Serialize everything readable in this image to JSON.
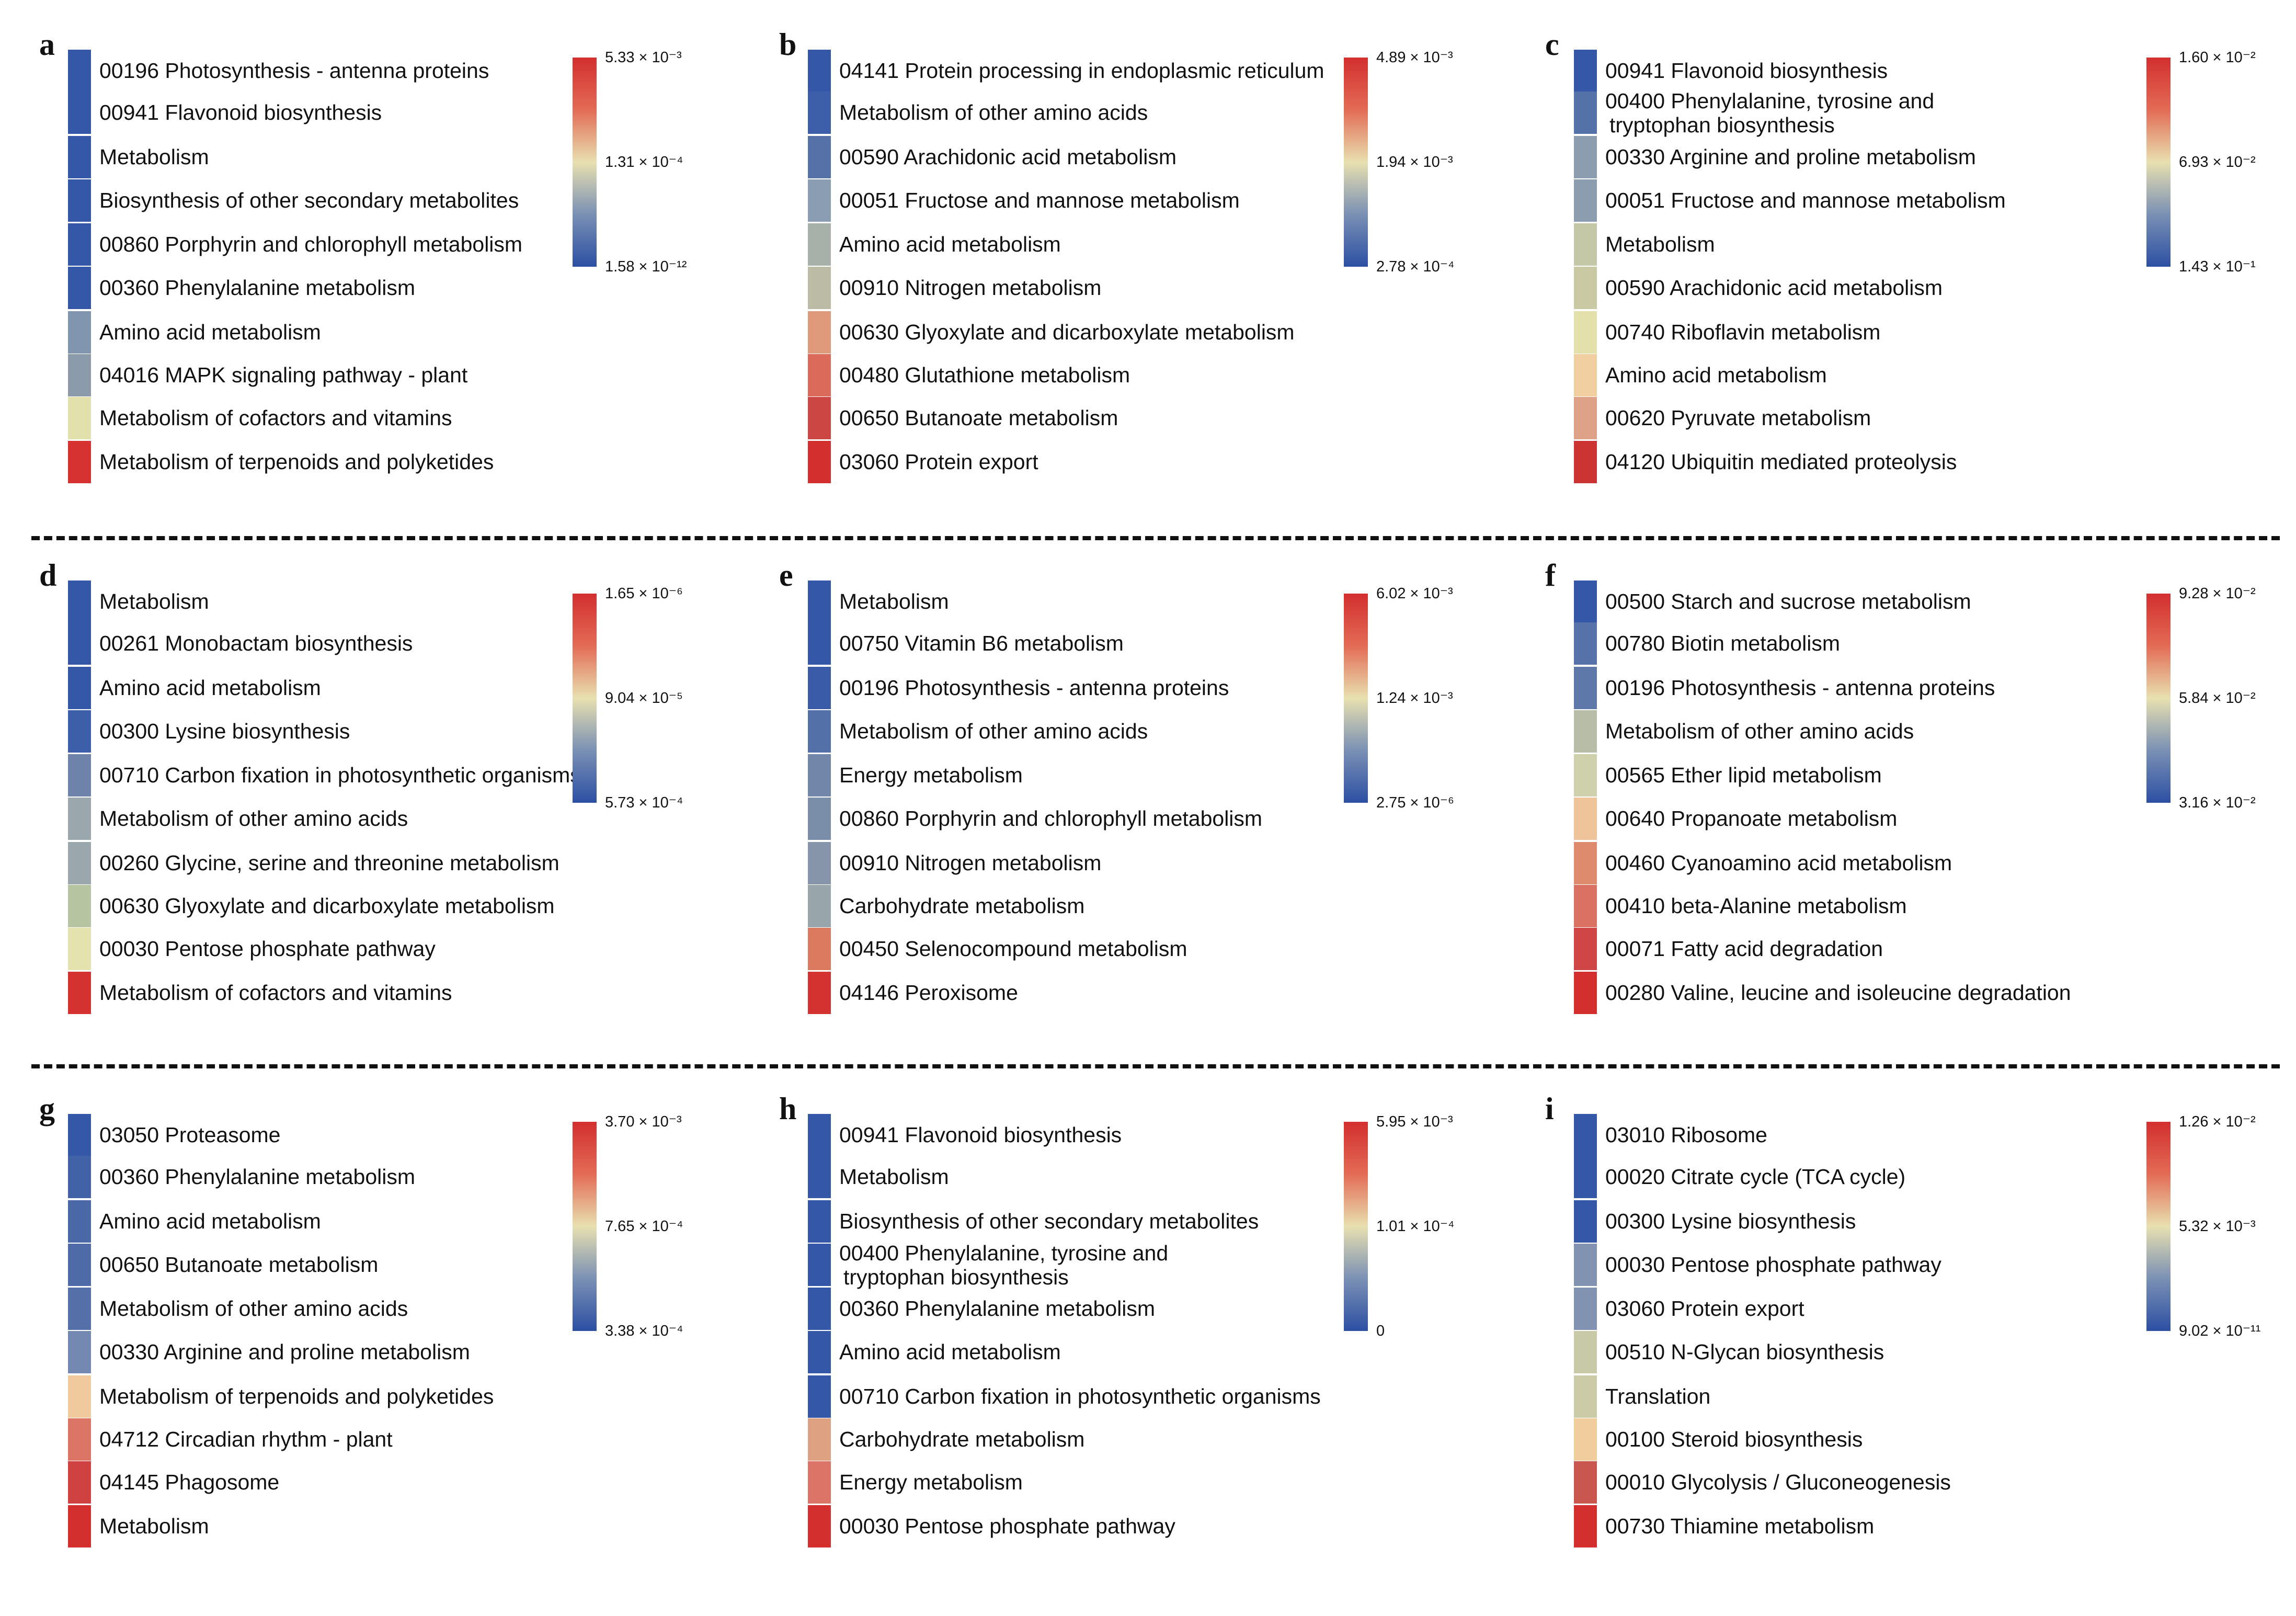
{
  "panels": [
    {
      "letter": "a",
      "rows": [
        {
          "label": "00196 Photosynthesis - antenna proteins",
          "color": "#3457a8"
        },
        {
          "label": "00941 Flavonoid biosynthesis",
          "color": "#3457a8"
        },
        {
          "label": "Metabolism",
          "color": "#3457a8"
        },
        {
          "label": "Biosynthesis of other secondary metabolites",
          "color": "#3457a8"
        },
        {
          "label": "00860 Porphyrin and chlorophyll metabolism",
          "color": "#3457a8"
        },
        {
          "label": "00360 Phenylalanine metabolism",
          "color": "#3457a8"
        },
        {
          "label": "Amino acid metabolism",
          "color": "#8196ae"
        },
        {
          "label": "04016 MAPK signaling pathway - plant",
          "color": "#8b9ba9"
        },
        {
          "label": "Metabolism of cofactors and vitamins",
          "color": "#e2e0ac"
        },
        {
          "label": "Metabolism of terpenoids and polyketides",
          "color": "#d63232"
        }
      ],
      "scale": {
        "max": "5.33 × 10⁻³",
        "mid": "1.31 × 10⁻⁴",
        "min": "1.58 × 10⁻¹²"
      }
    },
    {
      "letter": "b",
      "rows": [
        {
          "label": "04141 Protein processing in endoplasmic reticulum",
          "color": "#3457a8"
        },
        {
          "label": "Metabolism of other amino acids",
          "color": "#3d5ea8"
        },
        {
          "label": "00590 Arachidonic acid metabolism",
          "color": "#5571a8"
        },
        {
          "label": "00051 Fructose and mannose metabolism",
          "color": "#8b9db3"
        },
        {
          "label": "Amino acid metabolism",
          "color": "#a7b1a9"
        },
        {
          "label": "00910 Nitrogen metabolism",
          "color": "#bcbca6"
        },
        {
          "label": "00630 Glyoxylate and dicarboxylate metabolism",
          "color": "#df9a7b"
        },
        {
          "label": "00480 Glutathione metabolism",
          "color": "#db6a5a"
        },
        {
          "label": "00650 Butanoate metabolism",
          "color": "#cc4743"
        },
        {
          "label": "03060 Protein export",
          "color": "#d32f2f"
        }
      ],
      "scale": {
        "max": "4.89 × 10⁻³",
        "mid": "1.94 × 10⁻³",
        "min": "2.78 × 10⁻⁴"
      }
    },
    {
      "letter": "c",
      "rows": [
        {
          "label": "00941 Flavonoid biosynthesis",
          "color": "#3457a8"
        },
        {
          "label": "00400 Phenylalanine, tyrosine and",
          "label2": "tryptophan biosynthesis",
          "color": "#5572a8"
        },
        {
          "label": "00330 Arginine and proline metabolism",
          "color": "#8d9db0"
        },
        {
          "label": "00051 Fructose and mannose metabolism",
          "color": "#8d9db0"
        },
        {
          "label": "Metabolism",
          "color": "#c5c8a6"
        },
        {
          "label": "00590 Arachidonic acid metabolism",
          "color": "#c9c9a3"
        },
        {
          "label": "00740 Riboflavin metabolism",
          "color": "#e4e0ac"
        },
        {
          "label": "Amino acid metabolism",
          "color": "#f1cfa0"
        },
        {
          "label": "00620 Pyruvate metabolism",
          "color": "#dda287"
        },
        {
          "label": "04120 Ubiquitin mediated proteolysis",
          "color": "#cc3434"
        }
      ],
      "scale": {
        "max": "1.60 × 10⁻²",
        "mid": "6.93 × 10⁻²",
        "min": "1.43 × 10⁻¹"
      }
    },
    {
      "letter": "d",
      "rows": [
        {
          "label": "Metabolism",
          "color": "#3457a8"
        },
        {
          "label": "00261 Monobactam biosynthesis",
          "color": "#3457a8"
        },
        {
          "label": "Amino acid metabolism",
          "color": "#3457a8"
        },
        {
          "label": "00300 Lysine biosynthesis",
          "color": "#3d5ea8"
        },
        {
          "label": "00710 Carbon fixation in photosynthetic organisms",
          "color": "#6d83a9"
        },
        {
          "label": "Metabolism of other amino acids",
          "color": "#9aa8ad"
        },
        {
          "label": "00260 Glycine, serine and threonine metabolism",
          "color": "#9aa8ad"
        },
        {
          "label": "00630 Glyoxylate and dicarboxylate metabolism",
          "color": "#b6c4a2"
        },
        {
          "label": "00030 Pentose phosphate pathway",
          "color": "#e4e2ae"
        },
        {
          "label": "Metabolism of cofactors and vitamins",
          "color": "#d43131"
        }
      ],
      "scale": {
        "max": "1.65 × 10⁻⁶",
        "mid": "9.04 × 10⁻⁵",
        "min": "5.73 × 10⁻⁴"
      }
    },
    {
      "letter": "e",
      "rows": [
        {
          "label": "Metabolism",
          "color": "#3457a8"
        },
        {
          "label": "00750 Vitamin B6 metabolism",
          "color": "#3457a8"
        },
        {
          "label": "00196 Photosynthesis - antenna proteins",
          "color": "#3a5ba8"
        },
        {
          "label": "Metabolism of other amino acids",
          "color": "#5470a8"
        },
        {
          "label": "Energy metabolism",
          "color": "#7186a8"
        },
        {
          "label": "00860 Porphyrin and chlorophyll metabolism",
          "color": "#7b8ea9"
        },
        {
          "label": "00910 Nitrogen metabolism",
          "color": "#8795aa"
        },
        {
          "label": "Carbohydrate metabolism",
          "color": "#98a6ab"
        },
        {
          "label": "00450 Selenocompound metabolism",
          "color": "#dc7a5f"
        },
        {
          "label": "04146 Peroxisome",
          "color": "#d43131"
        }
      ],
      "scale": {
        "max": "6.02 × 10⁻³",
        "mid": "1.24 × 10⁻³",
        "min": "2.75 × 10⁻⁶"
      }
    },
    {
      "letter": "f",
      "rows": [
        {
          "label": "00500 Starch and sucrose metabolism",
          "color": "#3457a8"
        },
        {
          "label": "00780 Biotin metabolism",
          "color": "#5672a8"
        },
        {
          "label": "00196 Photosynthesis - antenna proteins",
          "color": "#5e78a9"
        },
        {
          "label": "Metabolism of other amino acids",
          "color": "#b7bda6"
        },
        {
          "label": "00565 Ether lipid metabolism",
          "color": "#cfd0ac"
        },
        {
          "label": "00640 Propanoate metabolism",
          "color": "#efc49a"
        },
        {
          "label": "00460 Cyanoamino acid metabolism",
          "color": "#dd8a6d"
        },
        {
          "label": "00410 beta-Alanine metabolism",
          "color": "#da7163"
        },
        {
          "label": "00071 Fatty acid degradation",
          "color": "#d04545"
        },
        {
          "label": "00280 Valine, leucine and isoleucine degradation",
          "color": "#d32f2f"
        }
      ],
      "scale": {
        "max": "9.28 × 10⁻²",
        "mid": "5.84 × 10⁻²",
        "min": "3.16 × 10⁻²"
      }
    },
    {
      "letter": "g",
      "rows": [
        {
          "label": "03050 Proteasome",
          "color": "#3457a8"
        },
        {
          "label": "00360 Phenylalanine metabolism",
          "color": "#4262a8"
        },
        {
          "label": "Amino acid metabolism",
          "color": "#4a68a8"
        },
        {
          "label": "00650 Butanoate metabolism",
          "color": "#4e6ba8"
        },
        {
          "label": "Metabolism of other amino acids",
          "color": "#5570a8"
        },
        {
          "label": "00330 Arginine and proline metabolism",
          "color": "#7389b1"
        },
        {
          "label": "Metabolism of terpenoids and polyketides",
          "color": "#f0c99c"
        },
        {
          "label": "04712 Circadian rhythm - plant",
          "color": "#dc7565"
        },
        {
          "label": "04145 Phagosome",
          "color": "#d04141"
        },
        {
          "label": "Metabolism",
          "color": "#d32f2f"
        }
      ],
      "scale": {
        "max": "3.70 × 10⁻³",
        "mid": "7.65 × 10⁻⁴",
        "min": "3.38 × 10⁻⁴"
      }
    },
    {
      "letter": "h",
      "rows": [
        {
          "label": "00941 Flavonoid biosynthesis",
          "color": "#3457a8"
        },
        {
          "label": "Metabolism",
          "color": "#3457a8"
        },
        {
          "label": "Biosynthesis of other secondary metabolites",
          "color": "#3457a8"
        },
        {
          "label": "00400 Phenylalanine, tyrosine and",
          "label2": "tryptophan biosynthesis",
          "color": "#3457a8"
        },
        {
          "label": "00360 Phenylalanine metabolism",
          "color": "#3457a8"
        },
        {
          "label": "Amino acid metabolism",
          "color": "#3457a8"
        },
        {
          "label": "00710 Carbon fixation in photosynthetic organisms",
          "color": "#3457a8"
        },
        {
          "label": "Carbohydrate metabolism",
          "color": "#dea283"
        },
        {
          "label": "Energy metabolism",
          "color": "#dc7467"
        },
        {
          "label": "00030 Pentose phosphate pathway",
          "color": "#d32f2f"
        }
      ],
      "scale": {
        "max": "5.95 × 10⁻³",
        "mid": "1.01 × 10⁻⁴",
        "min": "0"
      }
    },
    {
      "letter": "i",
      "rows": [
        {
          "label": "03010 Ribosome",
          "color": "#3457a8"
        },
        {
          "label": "00020 Citrate cycle (TCA cycle)",
          "color": "#3457a8"
        },
        {
          "label": "00300 Lysine biosynthesis",
          "color": "#3457a8"
        },
        {
          "label": "00030 Pentose phosphate pathway",
          "color": "#8193b0"
        },
        {
          "label": "03060 Protein export",
          "color": "#8193b0"
        },
        {
          "label": "00510 N-Glycan biosynthesis",
          "color": "#c8c9a7"
        },
        {
          "label": "Translation",
          "color": "#cbcba7"
        },
        {
          "label": "00100 Steroid biosynthesis",
          "color": "#f1cc9c"
        },
        {
          "label": "00010 Glycolysis / Gluconeogenesis",
          "color": "#c9564f"
        },
        {
          "label": "00730 Thiamine metabolism",
          "color": "#d32f2f"
        }
      ],
      "scale": {
        "max": "1.26 × 10⁻²",
        "mid": "5.32 × 10⁻³",
        "min": "9.02 × 10⁻¹¹"
      }
    }
  ],
  "colors": {
    "high": "#d32f2f",
    "mid": "#e8e0b0",
    "low": "#2c4fa3"
  }
}
